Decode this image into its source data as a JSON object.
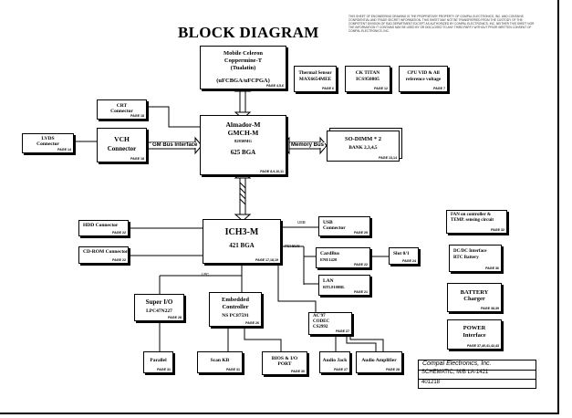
{
  "title": "BLOCK DIAGRAM",
  "corner_note": "THIS SHEET OF ENGINEERING DRAWING IS THE PROPRIETARY PROPERTY OF COMPAL ELECTRONICS, INC. AND CONTAINS CONFIDENTIAL AND TRADE SECRET INFORMATION. THIS SHEET MAY NOT BE TRANSFERRED FROM THE CUSTODY OF THE COMPETENT DIVISION OF R&D DEPARTMENT EXCEPT AS AUTHORIZED BY COMPAL ELECTRONICS, INC. NEITHER THIS SHEET NOR THE INFORMATION IT CONTAINS MAY BE USED BY OR DISCLOSED TO ANY THIRD PARTY WITHOUT PRIOR WRITTEN CONSENT OF COMPAL ELECTRONICS, INC.",
  "blocks": {
    "cpu": {
      "lines": [
        "Mobile Celeron",
        "Coppermine-T",
        "(Tualatin)",
        "",
        "(uFCBGA/uFCPGA)"
      ],
      "page": "PAGE 4,5,6"
    },
    "thermal": {
      "lines": [
        "Thermal Sensor",
        "MAX6654MEE"
      ],
      "page": "PAGE 6"
    },
    "ck": {
      "lines": [
        "CK TITAN",
        "ICS950805"
      ],
      "page": "PAGE 12"
    },
    "cpuvid": {
      "lines": [
        "CPU VID & All",
        "reference voltage"
      ],
      "page": "PAGE 7"
    },
    "crt": {
      "lines": [
        "CRT",
        "Connector"
      ],
      "page": "PAGE 18"
    },
    "gmch": {
      "lines": [
        "Almador-M",
        "GMCH-M",
        "82830MG",
        "625 BGA"
      ],
      "page": "PAGE 8,9,10,11"
    },
    "sodimm": {
      "lines": [
        "SO-DIMM * 2",
        "BANK 2,3,4,5"
      ],
      "page": "PAGE 13,14"
    },
    "lvds": {
      "lines": [
        "LVDS",
        "Connector"
      ],
      "page": "PAGE 14"
    },
    "vch": {
      "lines": [
        "VCH",
        "Connector"
      ],
      "page": "PAGE 18"
    },
    "ich": {
      "lines": [
        "ICH3-M",
        "421 BGA"
      ],
      "page": "PAGE 17,18,19"
    },
    "hdd": {
      "lines": [
        "HDD Connector"
      ],
      "page": "PAGE 22"
    },
    "cdrom": {
      "lines": [
        "CD-ROM Connector"
      ],
      "page": "PAGE 22"
    },
    "usb": {
      "lines": [
        "USB",
        "Connector"
      ],
      "page": "PAGE 29"
    },
    "cardbus": {
      "lines": [
        "CardBus",
        "ENE1420"
      ],
      "page": "PAGE 22"
    },
    "slot": {
      "lines": [
        "Slot 0/1"
      ],
      "page": "PAGE 24"
    },
    "lan": {
      "lines": [
        "LAN",
        "RTL8100BL"
      ],
      "page": "PAGE 21"
    },
    "superio": {
      "lines": [
        "Super I/O",
        "LPC47N227"
      ],
      "page": "PAGE 28"
    },
    "ec": {
      "lines": [
        "Embedded",
        "Controller",
        "NS PC87591"
      ],
      "page": "PAGE 26"
    },
    "ac97": {
      "lines": [
        "AC'97",
        "CODEC",
        "CS2992"
      ],
      "page": "PAGE 27"
    },
    "parallel": {
      "lines": [
        "Parallel"
      ],
      "page": "PAGE 31"
    },
    "scankb": {
      "lines": [
        "Scan KB"
      ],
      "page": "PAGE 31"
    },
    "bios": {
      "lines": [
        "BIOS & I/O",
        "PORT"
      ],
      "page": "PAGE 30"
    },
    "audiojack": {
      "lines": [
        "Audio Jack"
      ],
      "page": "PAGE 27"
    },
    "audioamp": {
      "lines": [
        "Audio Amplifier"
      ],
      "page": "PAGE 28"
    },
    "fan": {
      "lines": [
        "FAN on controller &",
        "TEMP. sensing circuit"
      ],
      "page": "PAGE 32"
    },
    "dcdc": {
      "lines": [
        "DC/DC Interface",
        "RTC Battery"
      ],
      "page": "PAGE 36"
    },
    "battery": {
      "lines": [
        "BATTERY",
        "Charger"
      ],
      "page": "PAGE 38,39"
    },
    "power": {
      "lines": [
        "POWER",
        "Interface"
      ],
      "page": "PAGE 37,40,41,42,43"
    }
  },
  "bus_labels": {
    "gm_bus": "GM Bus Interface",
    "memory_bus": "Memory Bus",
    "usb": "USB",
    "pci": "PCI BUS",
    "lpc": "LPC"
  },
  "title_block": {
    "company": "Compal Electronics, Inc.",
    "schematic": "SCHEMATIC, M/B LA-1421",
    "number": "401218"
  },
  "colors": {
    "line": "#000000",
    "background": "#ffffff"
  }
}
